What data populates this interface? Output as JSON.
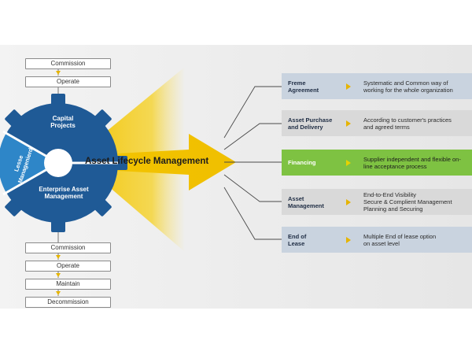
{
  "top_steps": [
    "Commission",
    "Operate"
  ],
  "bottom_steps": [
    "Commission",
    "Operate",
    "Maintain",
    "Decommission"
  ],
  "gear": {
    "segment_top": "Capital Projects",
    "segment_left": "Lesse Managenierd",
    "segment_bottom": "Enterprise Asset Management"
  },
  "center_title": "Asset Lifecycle Management",
  "rows": [
    {
      "label": [
        "Freme",
        "Agreement"
      ],
      "desc": [
        "Systematic and Common way of",
        "working for the whole organization"
      ]
    },
    {
      "label": [
        "Asset Purchase",
        "and Delivery"
      ],
      "desc": [
        "According to customer's practices",
        "and agreed terms"
      ]
    },
    {
      "label": [
        "Financing"
      ],
      "desc": [
        "Supplier independent and flexible on-",
        "line acceptance process"
      ]
    },
    {
      "label": [
        "Asset",
        "Management"
      ],
      "desc": [
        "End-to-End Visibility",
        "Secure & Complient Management",
        "Planning and Securing"
      ]
    },
    {
      "label": [
        "End of",
        "Lease"
      ],
      "desc": [
        "Multiple End of lease option",
        "on asset level"
      ]
    }
  ],
  "colors": {
    "gear_blue": "#1f5a96",
    "gear_light_blue": "#2e86c8",
    "arrow_yellow": "#f2c300",
    "financing_green": "#7ec242"
  }
}
